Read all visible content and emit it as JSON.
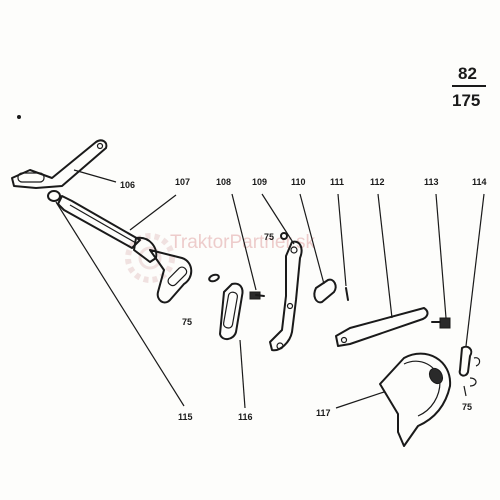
{
  "page_number": {
    "top": "82",
    "bottom": "175"
  },
  "watermark": "TraktorPartner.sk",
  "labels": {
    "p106": "106",
    "p107": "107",
    "p108": "108",
    "p109": "109",
    "p110": "110",
    "p111": "111",
    "p112": "112",
    "p113": "113",
    "p114": "114",
    "p115": "115",
    "p116": "116",
    "p117": "117",
    "p75a": "75",
    "p75b": "75",
    "p75c": "75"
  }
}
